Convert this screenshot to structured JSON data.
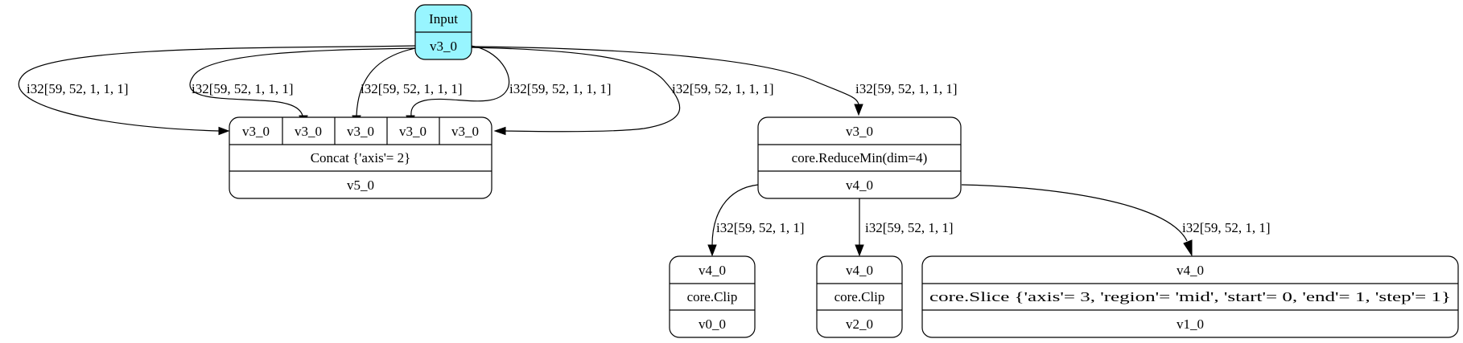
{
  "colors": {
    "input_fill": "#98f5ff",
    "node_fill": "#ffffff",
    "stroke": "#000000"
  },
  "nodes": {
    "input": {
      "title": "Input",
      "output": "v3_0"
    },
    "concat": {
      "inputs": [
        "v3_0",
        "v3_0",
        "v3_0",
        "v3_0",
        "v3_0"
      ],
      "op": "Concat {'axis'= 2}",
      "output": "v5_0"
    },
    "reducemin": {
      "input": "v3_0",
      "op": "core.ReduceMin(dim=4)",
      "output": "v4_0"
    },
    "clip0": {
      "input": "v4_0",
      "op": "core.Clip",
      "output": "v0_0"
    },
    "clip2": {
      "input": "v4_0",
      "op": "core.Clip",
      "output": "v2_0"
    },
    "slice": {
      "input": "v4_0",
      "op": "core.Slice {'axis'= 3, 'region'= 'mid', 'start'= 0, 'end'= 1, 'step'= 1}",
      "output": "v1_0"
    }
  },
  "edges": {
    "input_concat_1": "i32[59, 52, 1, 1, 1]",
    "input_concat_2": "i32[59, 52, 1, 1, 1]",
    "input_concat_3": "i32[59, 52, 1, 1, 1]",
    "input_concat_4": "i32[59, 52, 1, 1, 1]",
    "input_concat_5": "i32[59, 52, 1, 1, 1]",
    "input_reducemin": "i32[59, 52, 1, 1, 1]",
    "reducemin_clip0": "i32[59, 52, 1, 1]",
    "reducemin_clip2": "i32[59, 52, 1, 1]",
    "reducemin_slice": "i32[59, 52, 1, 1]"
  }
}
